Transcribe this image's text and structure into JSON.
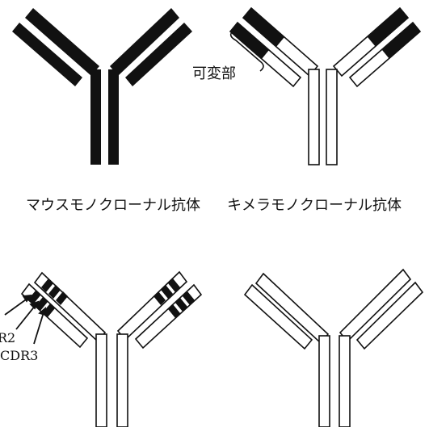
{
  "panels": {
    "mouse": {
      "caption": "マウスモノクローナル抗体"
    },
    "chimeric": {
      "caption": "キメラモノクローナル抗体",
      "variable_region_label": "可変部"
    },
    "humanized": {
      "cdr_labels": [
        "R2",
        "CDR3"
      ]
    },
    "human": {}
  },
  "colors": {
    "ink": "#111111",
    "paper": "#ffffff"
  }
}
